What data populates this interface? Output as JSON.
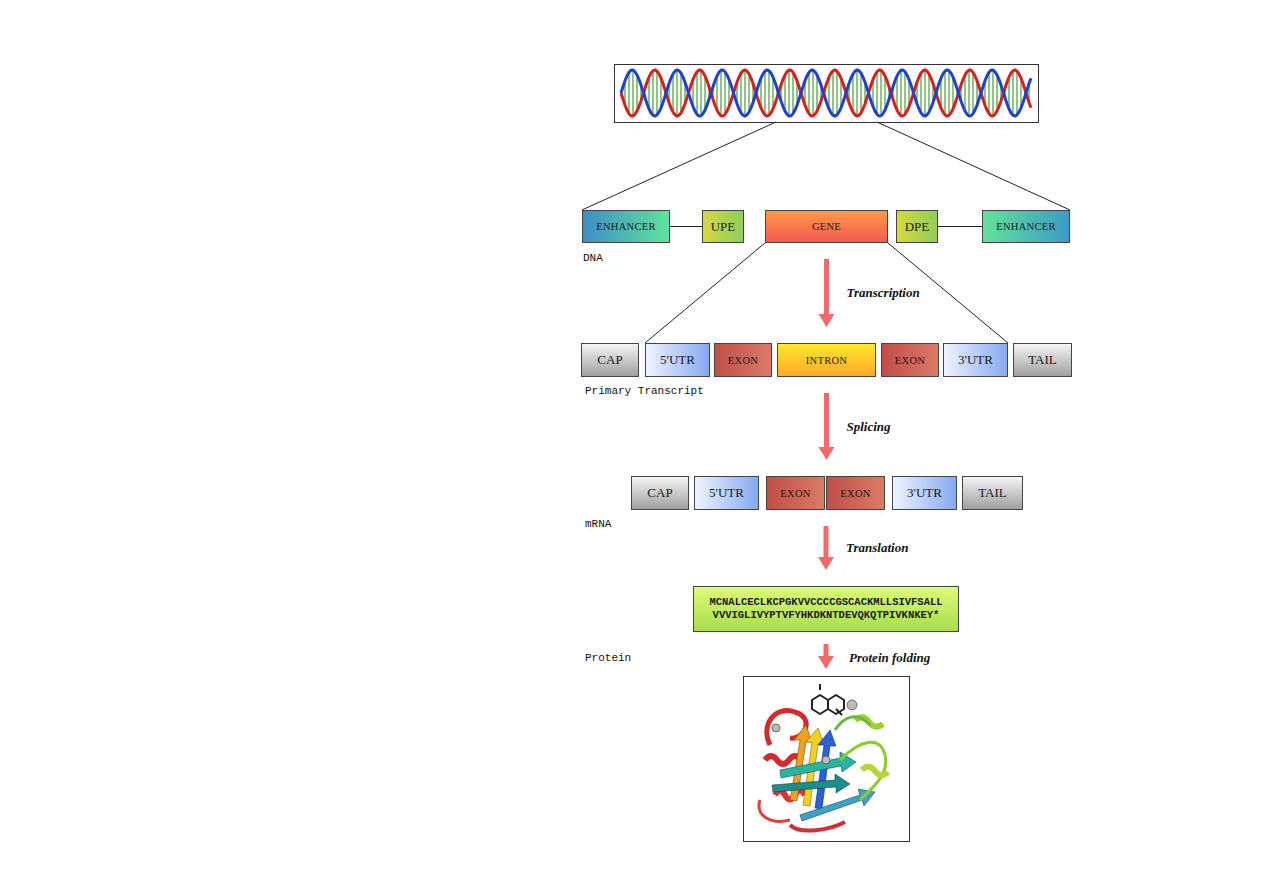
{
  "diagram": {
    "nodes": [
      {
        "text": [
          "ENHANCER"
        ]
      },
      {
        "text": [
          "UPE"
        ]
      },
      {
        "text": [
          "GENE"
        ]
      },
      {
        "text": [
          "DPE"
        ]
      },
      {
        "text": [
          "ENHANCER"
        ]
      },
      {
        "text": [
          "CAP"
        ]
      },
      {
        "text": [
          "5'UTR"
        ]
      },
      {
        "text": [
          "EXON"
        ]
      },
      {
        "text": [
          "INTRON"
        ]
      },
      {
        "text": [
          "EXON"
        ]
      },
      {
        "text": [
          "3'UTR"
        ]
      },
      {
        "text": [
          "TAIL"
        ]
      },
      {
        "text": [
          "CAP"
        ]
      },
      {
        "text": [
          "5'UTR"
        ]
      },
      {
        "text": [
          "EXON"
        ]
      },
      {
        "text": [
          "EXON"
        ]
      },
      {
        "text": [
          "3'UTR"
        ]
      },
      {
        "text": [
          "TAIL"
        ]
      },
      {
        "text": [
          "MCNALCECLKCPGKVVCCCCGSCACKMLLSIVFSALL VVVIGLIVYPTVFYHKDKNTDEVQKQTPIVKNKEY*"
        ]
      }
    ],
    "edges": [
      {
        "from": 0,
        "to": 1,
        "arrow": "none"
      },
      {
        "from": 3,
        "to": 4,
        "arrow": "none"
      },
      {
        "from": 2,
        "to": 6,
        "arrow": "none"
      },
      {
        "from": 2,
        "to": 10,
        "arrow": "none"
      },
      {
        "from": 2,
        "to": 8,
        "label": "Transcription",
        "arrow": "to"
      },
      {
        "from": 8,
        "to": 14,
        "label": "Splicing",
        "arrow": "to"
      },
      {
        "from": 14,
        "to": 18,
        "label": "Translation",
        "arrow": "to"
      }
    ],
    "labels": [
      "DNA",
      "Primary Transcript",
      "mRNA",
      "Protein",
      "Protein folding"
    ]
  }
}
